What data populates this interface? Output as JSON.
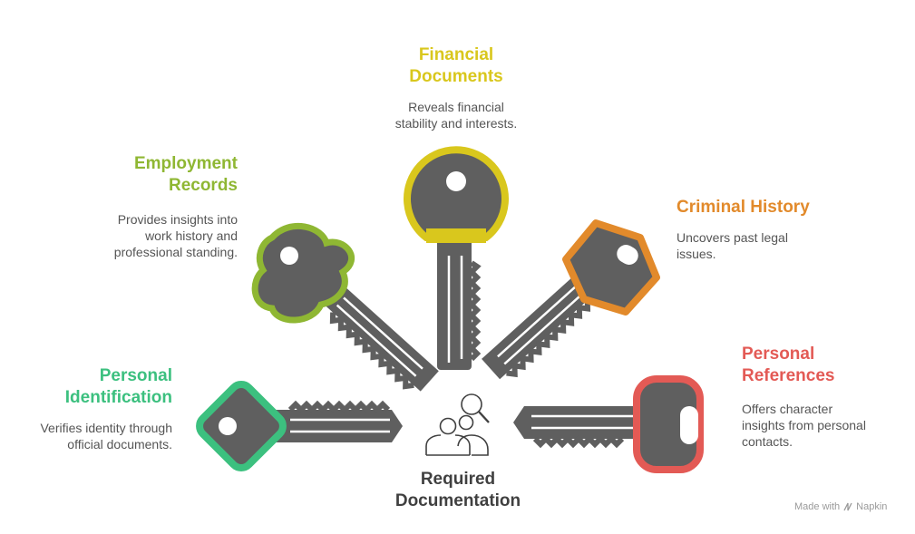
{
  "center": {
    "title": "Required\nDocumentation",
    "icon": "people-search-icon"
  },
  "items": [
    {
      "key": "financial",
      "title": "Financial\nDocuments",
      "description": "Reveals financial\nstability and interests.",
      "color": "#d9c71d"
    },
    {
      "key": "employment",
      "title": "Employment\nRecords",
      "description": "Provides insights into\nwork history and\nprofessional standing.",
      "color": "#8fb733"
    },
    {
      "key": "criminal",
      "title": "Criminal History",
      "description": "Uncovers past legal\nissues.",
      "color": "#e28a2b"
    },
    {
      "key": "identification",
      "title": "Personal\nIdentification",
      "description": "Verifies identity through\nofficial documents.",
      "color": "#3cc07f"
    },
    {
      "key": "references",
      "title": "Personal\nReferences",
      "description": "Offers character\ninsights from personal\ncontacts.",
      "color": "#e35a55"
    }
  ],
  "footer": {
    "made_with": "Made with",
    "brand": "Napkin",
    "icon": "napkin-logo-icon"
  }
}
